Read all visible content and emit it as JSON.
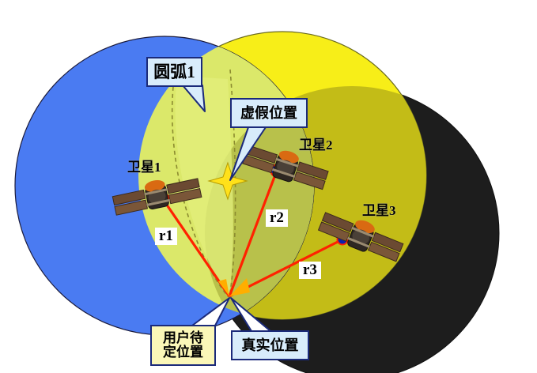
{
  "diagram": {
    "title_visible": false,
    "callouts": [
      {
        "id": "arc1",
        "text": "圆弧1",
        "style": "lightblue"
      },
      {
        "id": "false_pos",
        "text": "虚假位置",
        "style": "lightblue"
      },
      {
        "id": "user_pos",
        "text_line1": "用户待",
        "text_line2": "定位置",
        "style": "lightyellow"
      },
      {
        "id": "true_pos",
        "text": "真实位置",
        "style": "lightblue"
      }
    ],
    "satellites": [
      {
        "id": "sat1",
        "label": "卫星1"
      },
      {
        "id": "sat2",
        "label": "卫星2"
      },
      {
        "id": "sat3",
        "label": "卫星3"
      }
    ],
    "ranges": [
      {
        "id": "r1",
        "label": "r1"
      },
      {
        "id": "r2",
        "label": "r2"
      },
      {
        "id": "r3",
        "label": "r3"
      }
    ],
    "colors": {
      "circle_blue": "#4a7bf2",
      "circle_yellow": "#f7ee18",
      "circle_black": "#1d1d1d",
      "overlap_blue_yellow": "#dbe86a",
      "overlap_yellow_black": "#c3bc17",
      "overlap_triple": "#b8c14b",
      "range_line": "#ff2200",
      "satellite_dot": "#0a1fb0",
      "satellite_dot_ring": "#ff2200",
      "star": "#ffe11a",
      "callout_border": "#1b2a7a",
      "callout_fill_blue": "#d8ecfb",
      "callout_fill_yellow": "#fbf7b8",
      "background": "#ffffff"
    },
    "markers": {
      "false_position_marker": "four-point-star",
      "true_position_marker": "convergence-point"
    }
  }
}
